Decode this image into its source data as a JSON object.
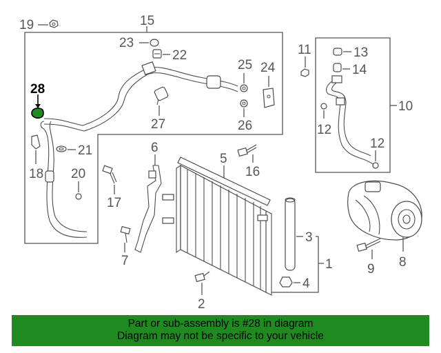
{
  "callouts": {
    "c1": "1",
    "c2": "2",
    "c3": "3",
    "c4": "4",
    "c5": "5",
    "c6": "6",
    "c7": "7",
    "c8": "8",
    "c9": "9",
    "c10": "10",
    "c11": "11",
    "c12a": "12",
    "c12b": "12",
    "c13": "13",
    "c14": "14",
    "c15": "15",
    "c16": "16",
    "c17": "17",
    "c18": "18",
    "c19": "19",
    "c20": "20",
    "c21": "21",
    "c22": "22",
    "c23": "23",
    "c24": "24",
    "c25": "25",
    "c26": "26",
    "c27": "27",
    "c28": "28"
  },
  "highlight": {
    "part": "28",
    "color": "#1f8a1f"
  },
  "footer": {
    "line1": "Part or sub-assembly is #28 in diagram",
    "line2": "Diagram may not be specific to your vehicle",
    "background": "#1f8a1f"
  }
}
